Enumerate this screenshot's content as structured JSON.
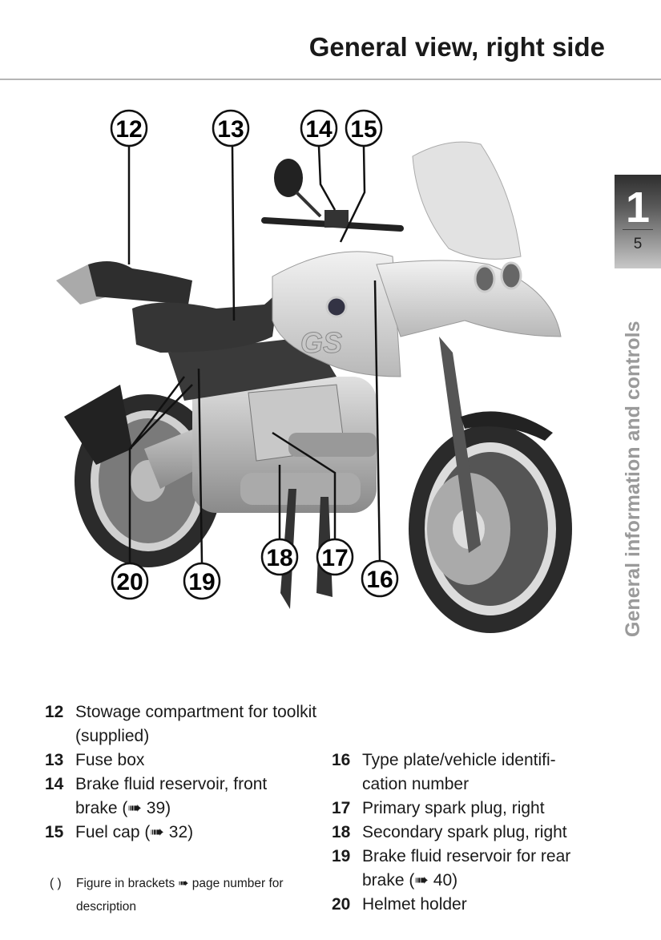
{
  "header": {
    "title": "General view, right side"
  },
  "chapter_tab": {
    "chapter": "1",
    "page": "5"
  },
  "side_label": "General information and controls",
  "figure": {
    "callouts": [
      "12",
      "13",
      "14",
      "15",
      "16",
      "17",
      "18",
      "19",
      "20"
    ],
    "tank_badge": "GS"
  },
  "legend_left": [
    {
      "num": "12",
      "text": "Stowage compartment for toolkit (supplied)"
    },
    {
      "num": "13",
      "text": "Fuse box"
    },
    {
      "num": "14",
      "text": "Brake fluid reservoir, front brake (➠ 39)"
    },
    {
      "num": "15",
      "text": "Fuel cap (➠ 32)"
    }
  ],
  "legend_right": [
    {
      "num": "16",
      "text": "Type plate/vehicle identifi-cation number"
    },
    {
      "num": "17",
      "text": "Primary spark plug, right"
    },
    {
      "num": "18",
      "text": "Secondary spark plug, right"
    },
    {
      "num": "19",
      "text": "Brake fluid reservoir for rear brake (➠ 40)"
    },
    {
      "num": "20",
      "text": "Helmet holder"
    }
  ],
  "note": {
    "bracket": "( )",
    "text": "Figure in brackets ➠ page number for description"
  }
}
